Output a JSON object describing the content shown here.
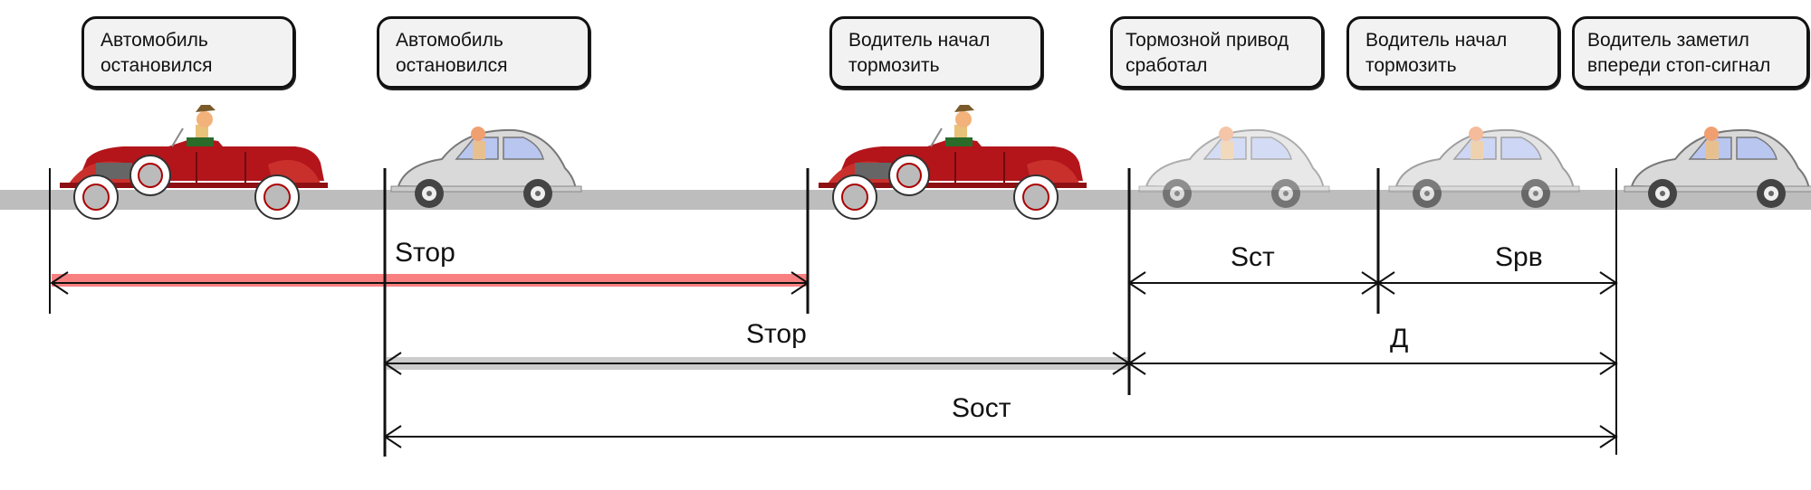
{
  "callouts": [
    {
      "line1": "Автомобиль",
      "line2": "остановился"
    },
    {
      "line1": "Автомобиль",
      "line2": "остановился"
    },
    {
      "line1": "Водитель начал",
      "line2": "тормозить"
    },
    {
      "line1": "Тормозной привод",
      "line2": "сработал"
    },
    {
      "line1": "Водитель начал",
      "line2": "тормозить"
    },
    {
      "line1": "Водитель заметил",
      "line2": "впереди стоп-сигнал"
    }
  ],
  "cars": [
    {
      "type": "red-classic-convertible",
      "state": "stopped"
    },
    {
      "type": "grey-beetle",
      "state": "stopped"
    },
    {
      "type": "red-classic-convertible",
      "state": "braking-start"
    },
    {
      "type": "grey-beetle-faded",
      "state": "brake-actuated"
    },
    {
      "type": "grey-beetle-faded",
      "state": "braking-start"
    },
    {
      "type": "grey-beetle",
      "state": "driver-noticed"
    }
  ],
  "dimensions": {
    "s_tor_leading": "Sтор",
    "s_tor_following": "Sтор",
    "s_st": "Sст",
    "s_rv": "Sрв",
    "d": "Д",
    "s_ost": "Sост"
  },
  "colors": {
    "leading_bar": "#f98080",
    "following_bar": "#cccccc",
    "road": "#bdbdbd",
    "line": "#111111"
  }
}
